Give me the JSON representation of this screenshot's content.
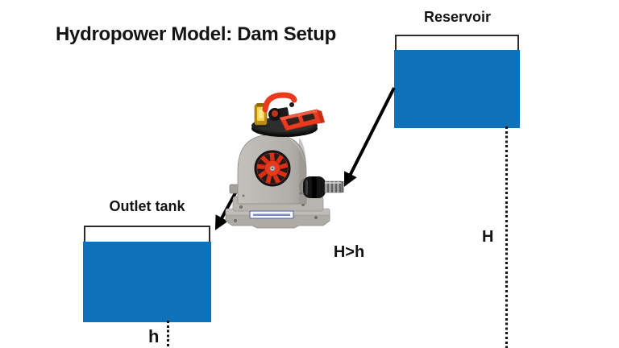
{
  "title": "Hydropower Model: Dam Setup",
  "reservoir": {
    "label": "Reservoir",
    "head_label": "H"
  },
  "outlet_tank": {
    "label": "Outlet tank",
    "head_label": "h"
  },
  "annotation": {
    "head_relation": "H>h"
  },
  "icons": {
    "turbine": "hydropower-turbine-model",
    "arrows": "flow-direction-arrows"
  },
  "colors": {
    "water": "#0f72b8",
    "ink": "#141414",
    "tank-border": "#2b2b2b",
    "arrow": "#000000",
    "turbine-body": "#b6b3ae",
    "turbine-red": "#e83a1e",
    "lamp-yellow": "#f6d54e"
  }
}
